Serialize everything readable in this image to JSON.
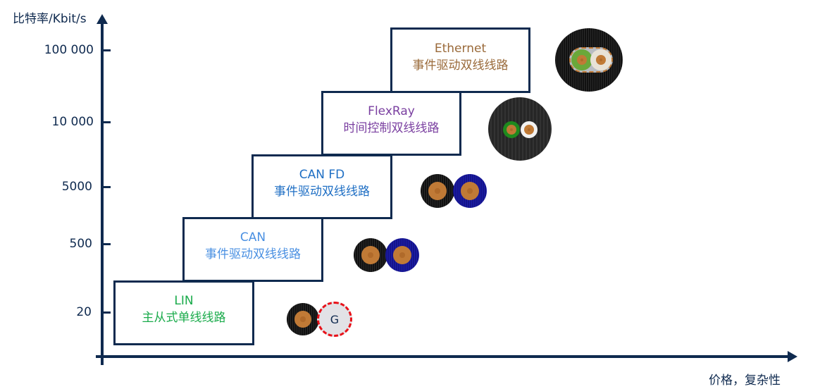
{
  "axes": {
    "y_label": "比特率/Kbit/s",
    "x_label": "价格，复杂性",
    "y_ticks": [
      "100 000",
      "10 000",
      "5000",
      "500",
      "20"
    ]
  },
  "colors": {
    "axis": "#0f2a4f",
    "lin": "#1aab4b",
    "can": "#4a90e2",
    "canfd": "#1f6fc4",
    "flexray": "#7a3fa0",
    "ethernet": "#9a6a3a",
    "ground_dash": "#e8121a"
  },
  "networks": [
    {
      "name": "LIN",
      "description": "主从式单线线路",
      "bitrate": "20",
      "cable": "single wire + ground"
    },
    {
      "name": "CAN",
      "description": "事件驱动双线线路",
      "bitrate": "500",
      "cable": "twisted pair"
    },
    {
      "name": "CAN FD",
      "description": "事件驱动双线线路",
      "bitrate": "5000",
      "cable": "twisted pair"
    },
    {
      "name": "FlexRay",
      "description": "时间控制双线线路",
      "bitrate": "10 000",
      "cable": "jacketed pair"
    },
    {
      "name": "Ethernet",
      "description": "事件驱动双线线路",
      "bitrate": "100 000",
      "cable": "shielded jacketed pair"
    }
  ],
  "ground_label": "G"
}
